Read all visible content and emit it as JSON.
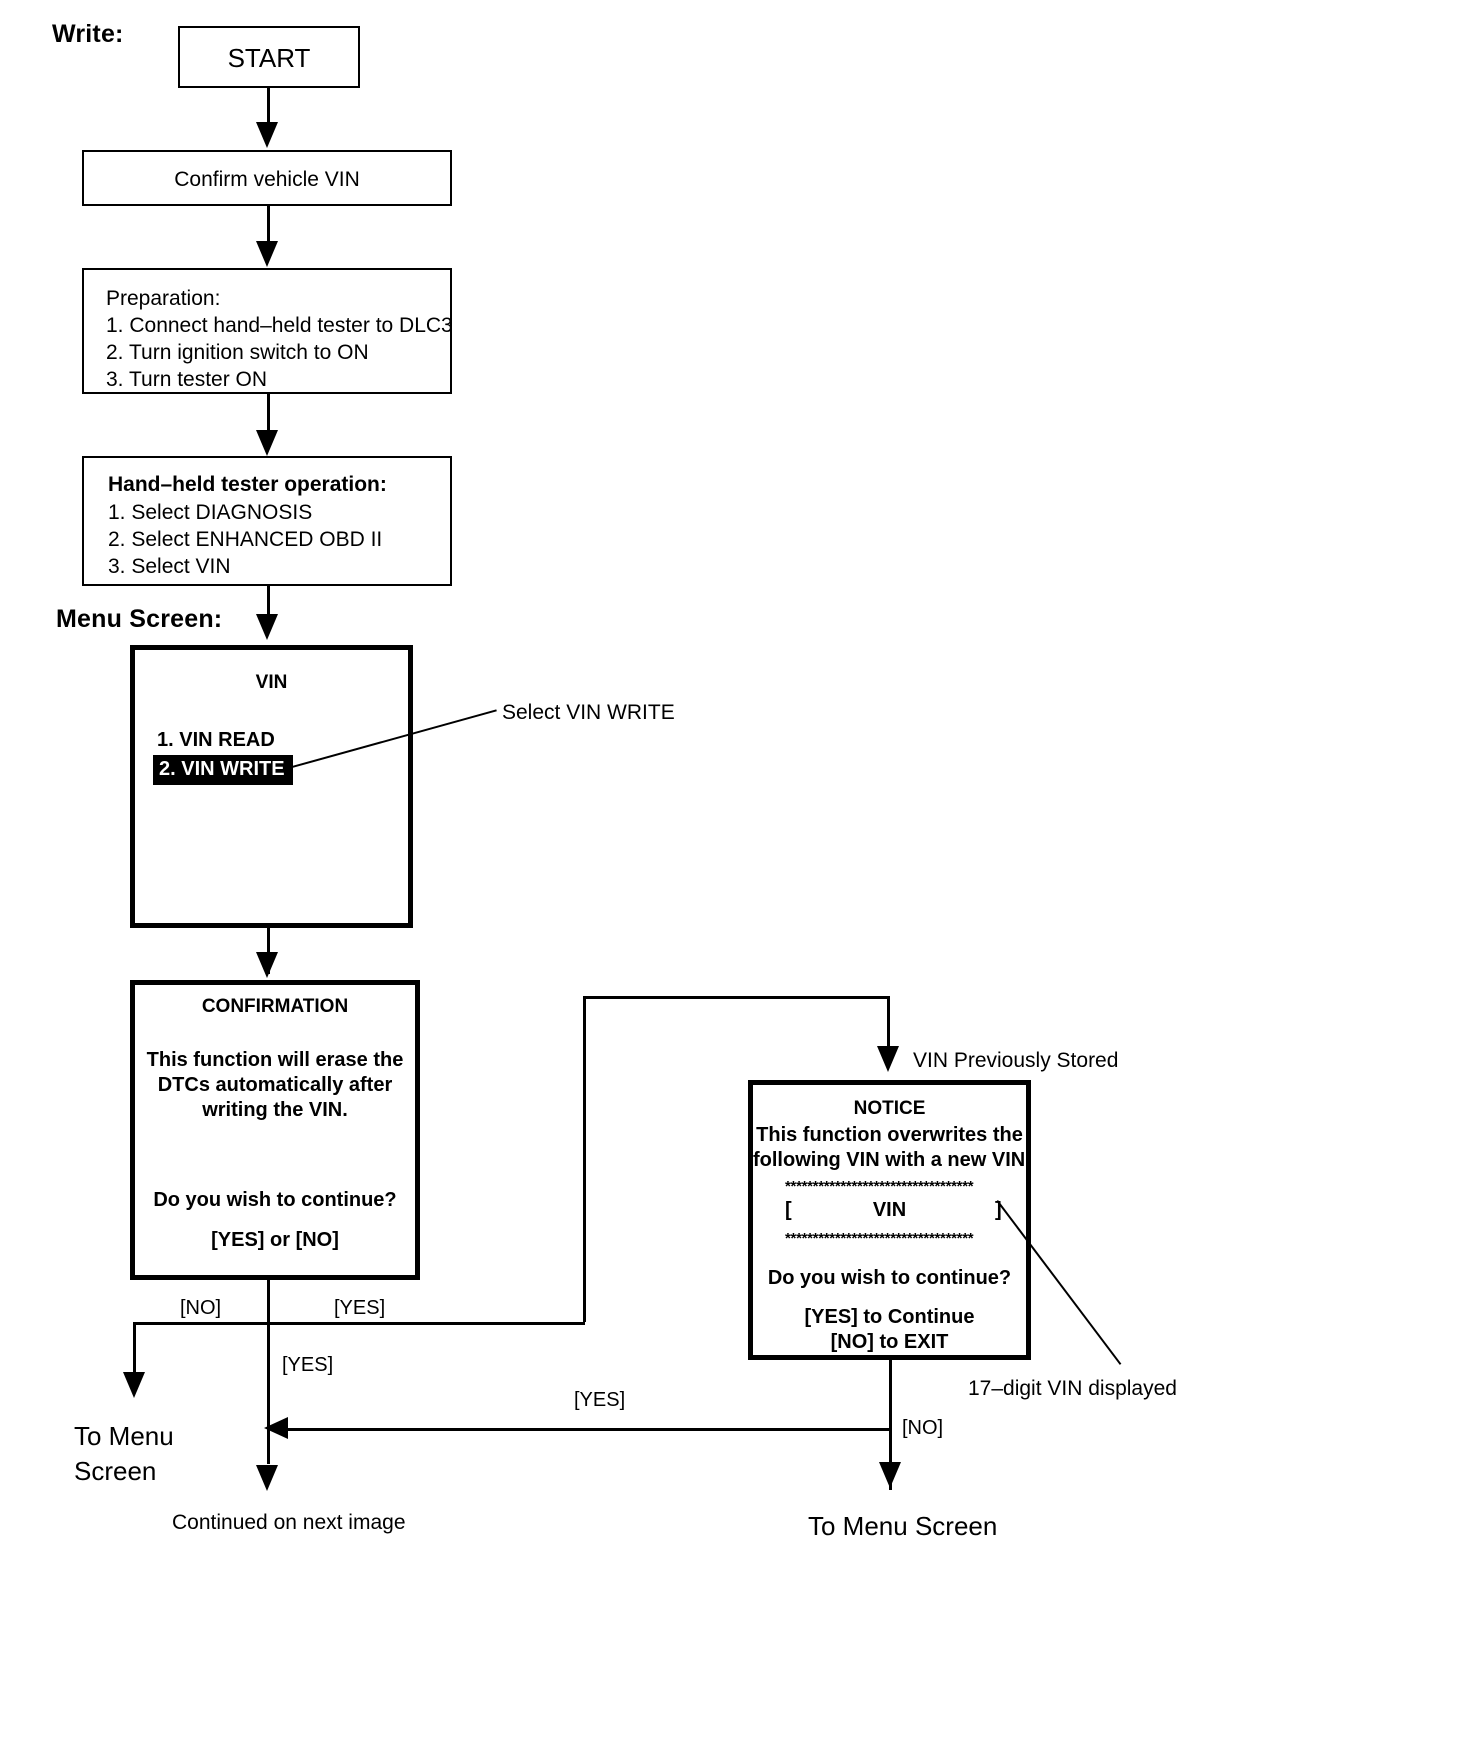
{
  "diagram": {
    "section_label": "Write:",
    "menu_screen_label": "Menu Screen:"
  },
  "nodes": {
    "start": {
      "label": "START"
    },
    "confirm_vin": {
      "label": "Confirm vehicle VIN"
    },
    "preparation": {
      "title": "Preparation:",
      "steps": [
        "1. Connect hand–held tester to DLC3",
        "2. Turn ignition switch to ON",
        "3. Turn tester ON"
      ]
    },
    "tester_operation": {
      "title": "Hand–held tester operation:",
      "steps": [
        "1. Select DIAGNOSIS",
        "2. Select ENHANCED OBD II",
        "3. Select VIN"
      ]
    },
    "vin_menu": {
      "title": "VIN",
      "items": [
        {
          "label": "1. VIN READ",
          "highlighted": false
        },
        {
          "label": "2. VIN WRITE",
          "highlighted": true
        }
      ]
    },
    "confirmation": {
      "title": "CONFIRMATION",
      "body": [
        "This function will erase the",
        "DTCs automatically after",
        "writing the VIN."
      ],
      "question": "Do you wish to continue?",
      "choices": "[YES] or [NO]"
    },
    "notice": {
      "title": "NOTICE",
      "body": [
        "This function overwrites the",
        "following VIN with a new VIN."
      ],
      "rule_top": "**********************************",
      "vin_open_bracket": "[",
      "vin_value": "VIN",
      "vin_close_bracket": "]",
      "rule_bottom": "**********************************",
      "question": "Do you wish to continue?",
      "choice_yes": "[YES] to Continue",
      "choice_no": "[NO] to EXIT"
    }
  },
  "callouts": {
    "select_vin_write": "Select VIN WRITE",
    "vin_previously_stored": "VIN Previously Stored",
    "seventeen_digit_vin": "17–digit VIN displayed"
  },
  "edge_labels": {
    "confirmation_no": "[NO]",
    "confirmation_yes": "[YES]",
    "confirmation_yes_down": "[YES]",
    "notice_yes": "[YES]",
    "notice_no": "[NO]"
  },
  "terminals": {
    "to_menu_screen_left_line1": "To Menu",
    "to_menu_screen_left_line2": "Screen",
    "continued": "Continued on next image",
    "to_menu_screen_right": "To Menu Screen"
  }
}
